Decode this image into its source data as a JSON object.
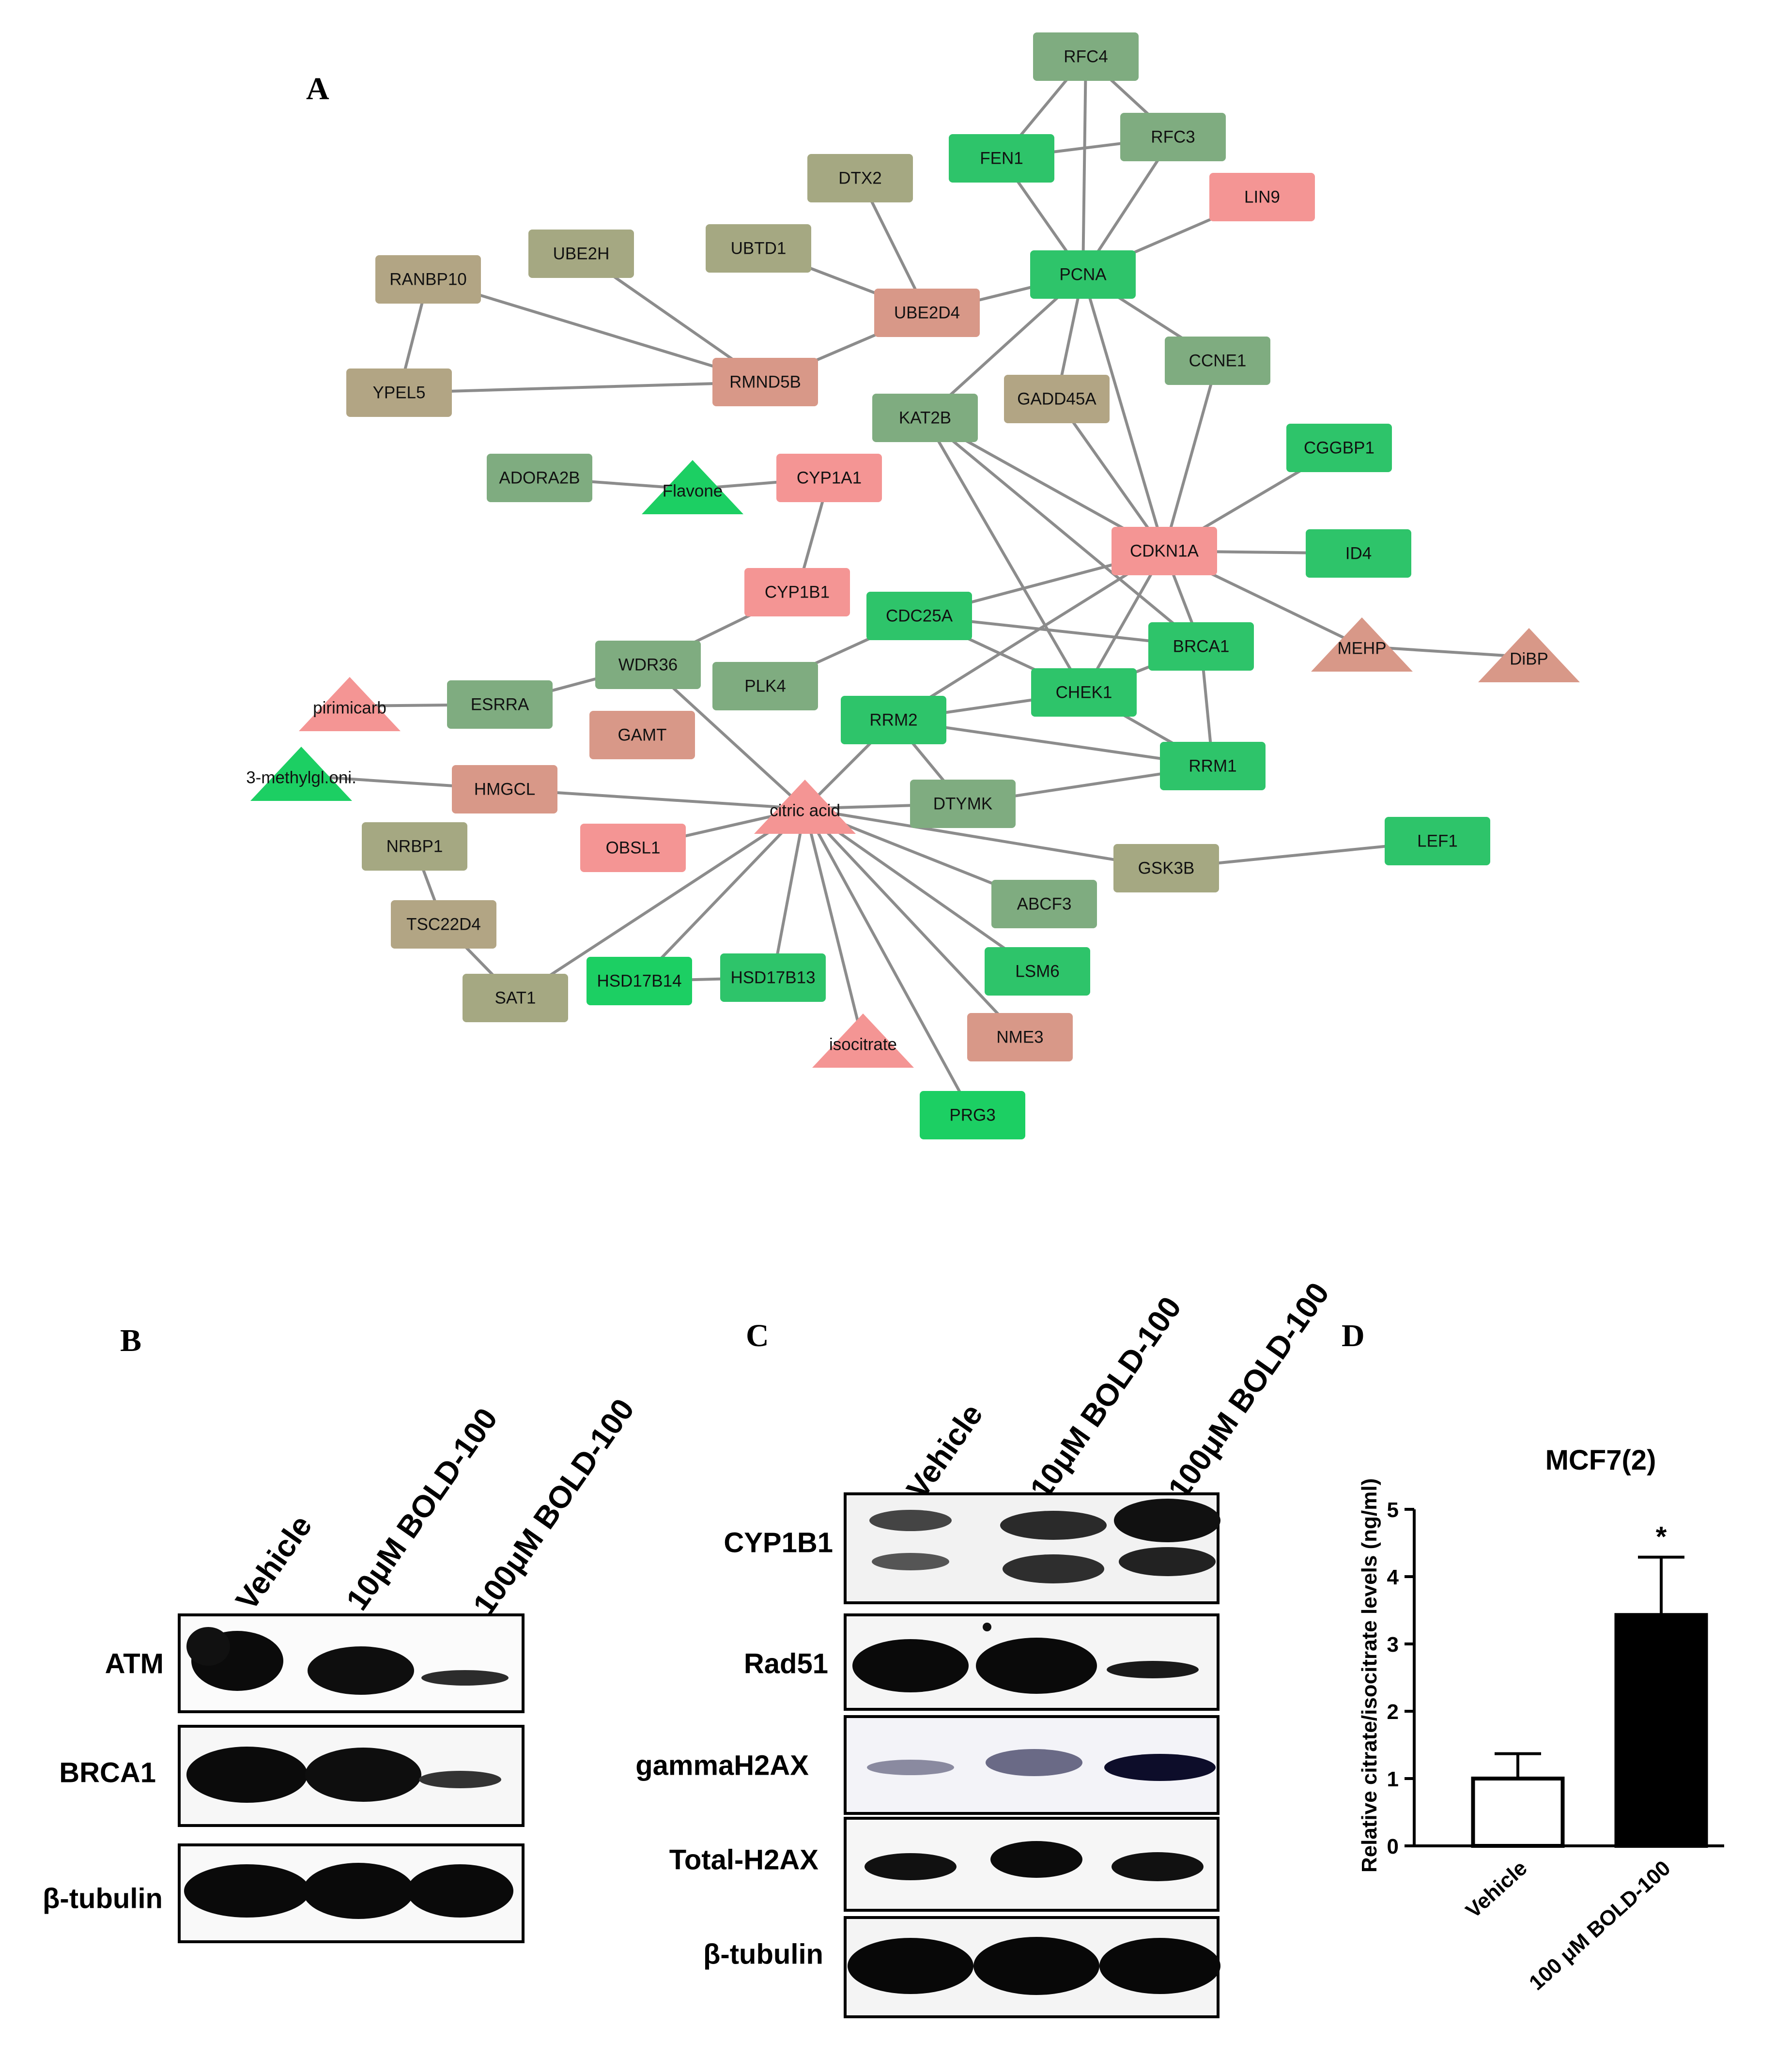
{
  "panels": {
    "a": "A",
    "b": "B",
    "c": "C",
    "d": "D"
  },
  "colors": {
    "green": "#2ec46a",
    "bright_green": "#1ccf63",
    "sage": "#7fac80",
    "olive": "#a5a882",
    "tan": "#b2a584",
    "salmon": "#d89888",
    "pink": "#f49594",
    "edge": "#8c8c8c"
  },
  "network": {
    "nodes": [
      {
        "id": "RFC4",
        "label": "RFC4",
        "shape": "rect",
        "color": "sage"
      },
      {
        "id": "RFC3",
        "label": "RFC3",
        "shape": "rect",
        "color": "sage"
      },
      {
        "id": "FEN1",
        "label": "FEN1",
        "shape": "rect",
        "color": "green"
      },
      {
        "id": "LIN9",
        "label": "LIN9",
        "shape": "rect",
        "color": "pink"
      },
      {
        "id": "DTX2",
        "label": "DTX2",
        "shape": "rect",
        "color": "olive"
      },
      {
        "id": "UBE2H",
        "label": "UBE2H",
        "shape": "rect",
        "color": "olive"
      },
      {
        "id": "UBTD1",
        "label": "UBTD1",
        "shape": "rect",
        "color": "olive"
      },
      {
        "id": "PCNA",
        "label": "PCNA",
        "shape": "rect",
        "color": "green"
      },
      {
        "id": "RANBP10",
        "label": "RANBP10",
        "shape": "rect",
        "color": "tan"
      },
      {
        "id": "UBE2D4",
        "label": "UBE2D4",
        "shape": "rect",
        "color": "salmon"
      },
      {
        "id": "CCNE1",
        "label": "CCNE1",
        "shape": "rect",
        "color": "sage"
      },
      {
        "id": "YPEL5",
        "label": "YPEL5",
        "shape": "rect",
        "color": "tan"
      },
      {
        "id": "RMND5B",
        "label": "RMND5B",
        "shape": "rect",
        "color": "salmon"
      },
      {
        "id": "GADD45A",
        "label": "GADD45A",
        "shape": "rect",
        "color": "tan"
      },
      {
        "id": "KAT2B",
        "label": "KAT2B",
        "shape": "rect",
        "color": "sage"
      },
      {
        "id": "CGGBP1",
        "label": "CGGBP1",
        "shape": "rect",
        "color": "green"
      },
      {
        "id": "ADORA2B",
        "label": "ADORA2B",
        "shape": "rect",
        "color": "sage"
      },
      {
        "id": "Flavone",
        "label": "Flavone",
        "shape": "tri",
        "color": "bright_green"
      },
      {
        "id": "CYP1A1",
        "label": "CYP1A1",
        "shape": "rect",
        "color": "pink"
      },
      {
        "id": "CDKN1A",
        "label": "CDKN1A",
        "shape": "rect",
        "color": "pink"
      },
      {
        "id": "ID4",
        "label": "ID4",
        "shape": "rect",
        "color": "green"
      },
      {
        "id": "CYP1B1",
        "label": "CYP1B1",
        "shape": "rect",
        "color": "pink"
      },
      {
        "id": "CDC25A",
        "label": "CDC25A",
        "shape": "rect",
        "color": "green"
      },
      {
        "id": "BRCA1",
        "label": "BRCA1",
        "shape": "rect",
        "color": "green"
      },
      {
        "id": "MEHP",
        "label": "MEHP",
        "shape": "tri",
        "color": "salmon"
      },
      {
        "id": "DiBP",
        "label": "DiBP",
        "shape": "tri",
        "color": "salmon"
      },
      {
        "id": "WDR36",
        "label": "WDR36",
        "shape": "rect",
        "color": "sage"
      },
      {
        "id": "PLK4",
        "label": "PLK4",
        "shape": "rect",
        "color": "sage"
      },
      {
        "id": "CHEK1",
        "label": "CHEK1",
        "shape": "rect",
        "color": "green"
      },
      {
        "id": "pirimicarb",
        "label": "pirimicarb",
        "shape": "tri",
        "color": "pink"
      },
      {
        "id": "ESRRA",
        "label": "ESRRA",
        "shape": "rect",
        "color": "sage"
      },
      {
        "id": "GAMT",
        "label": "GAMT",
        "shape": "rect",
        "color": "salmon"
      },
      {
        "id": "RRM2",
        "label": "RRM2",
        "shape": "rect",
        "color": "green"
      },
      {
        "id": "RRM1",
        "label": "RRM1",
        "shape": "rect",
        "color": "green"
      },
      {
        "id": "methylgl",
        "label": "3-methylgl.oni.",
        "shape": "tri",
        "color": "bright_green"
      },
      {
        "id": "HMGCL",
        "label": "HMGCL",
        "shape": "rect",
        "color": "salmon"
      },
      {
        "id": "citric",
        "label": "citric acid",
        "shape": "tri",
        "color": "pink"
      },
      {
        "id": "DTYMK",
        "label": "DTYMK",
        "shape": "rect",
        "color": "sage"
      },
      {
        "id": "NRBP1",
        "label": "NRBP1",
        "shape": "rect",
        "color": "olive"
      },
      {
        "id": "OBSL1",
        "label": "OBSL1",
        "shape": "rect",
        "color": "pink"
      },
      {
        "id": "LEF1",
        "label": "LEF1",
        "shape": "rect",
        "color": "green"
      },
      {
        "id": "GSK3B",
        "label": "GSK3B",
        "shape": "rect",
        "color": "olive"
      },
      {
        "id": "TSC22D4",
        "label": "TSC22D4",
        "shape": "rect",
        "color": "tan"
      },
      {
        "id": "ABCF3",
        "label": "ABCF3",
        "shape": "rect",
        "color": "sage"
      },
      {
        "id": "SAT1",
        "label": "SAT1",
        "shape": "rect",
        "color": "olive"
      },
      {
        "id": "HSD17B14",
        "label": "HSD17B14",
        "shape": "rect",
        "color": "bright_green"
      },
      {
        "id": "HSD17B13",
        "label": "HSD17B13",
        "shape": "rect",
        "color": "green"
      },
      {
        "id": "LSM6",
        "label": "LSM6",
        "shape": "rect",
        "color": "green"
      },
      {
        "id": "isocitrate",
        "label": "isocitrate",
        "shape": "tri",
        "color": "pink"
      },
      {
        "id": "NME3",
        "label": "NME3",
        "shape": "rect",
        "color": "salmon"
      },
      {
        "id": "PRG3",
        "label": "PRG3",
        "shape": "rect",
        "color": "bright_green"
      }
    ],
    "edges": [
      [
        "RFC4",
        "FEN1"
      ],
      [
        "RFC4",
        "RFC3"
      ],
      [
        "RFC4",
        "PCNA"
      ],
      [
        "FEN1",
        "RFC3"
      ],
      [
        "FEN1",
        "PCNA"
      ],
      [
        "RFC3",
        "PCNA"
      ],
      [
        "LIN9",
        "PCNA"
      ],
      [
        "PCNA",
        "UBE2D4"
      ],
      [
        "PCNA",
        "CCNE1"
      ],
      [
        "PCNA",
        "GADD45A"
      ],
      [
        "PCNA",
        "KAT2B"
      ],
      [
        "PCNA",
        "CDKN1A"
      ],
      [
        "DTX2",
        "UBE2D4"
      ],
      [
        "UBTD1",
        "UBE2D4"
      ],
      [
        "UBE2D4",
        "RMND5B"
      ],
      [
        "UBE2H",
        "RMND5B"
      ],
      [
        "RANBP10",
        "RMND5B"
      ],
      [
        "RANBP10",
        "YPEL5"
      ],
      [
        "YPEL5",
        "RMND5B"
      ],
      [
        "CCNE1",
        "CDKN1A"
      ],
      [
        "GADD45A",
        "CDKN1A"
      ],
      [
        "KAT2B",
        "CDKN1A"
      ],
      [
        "KAT2B",
        "CHEK1"
      ],
      [
        "KAT2B",
        "BRCA1"
      ],
      [
        "CGGBP1",
        "CDKN1A"
      ],
      [
        "ID4",
        "CDKN1A"
      ],
      [
        "CDKN1A",
        "MEHP"
      ],
      [
        "MEHP",
        "DiBP"
      ],
      [
        "CDKN1A",
        "CDC25A"
      ],
      [
        "CDKN1A",
        "CHEK1"
      ],
      [
        "CDKN1A",
        "RRM2"
      ],
      [
        "CDKN1A",
        "BRCA1"
      ],
      [
        "ADORA2B",
        "Flavone"
      ],
      [
        "Flavone",
        "CYP1A1"
      ],
      [
        "CYP1A1",
        "CYP1B1"
      ],
      [
        "CYP1B1",
        "WDR36"
      ],
      [
        "CDC25A",
        "BRCA1"
      ],
      [
        "CDC25A",
        "CHEK1"
      ],
      [
        "CDC25A",
        "PLK4"
      ],
      [
        "BRCA1",
        "CHEK1"
      ],
      [
        "BRCA1",
        "RRM1"
      ],
      [
        "CHEK1",
        "RRM2"
      ],
      [
        "CHEK1",
        "RRM1"
      ],
      [
        "RRM2",
        "RRM1"
      ],
      [
        "RRM2",
        "DTYMK"
      ],
      [
        "RRM2",
        "citric"
      ],
      [
        "WDR36",
        "ESRRA"
      ],
      [
        "ESRRA",
        "pirimicarb"
      ],
      [
        "WDR36",
        "citric"
      ],
      [
        "DTYMK",
        "RRM1"
      ],
      [
        "methylgl",
        "HMGCL"
      ],
      [
        "HMGCL",
        "citric"
      ],
      [
        "citric",
        "OBSL1"
      ],
      [
        "citric",
        "DTYMK"
      ],
      [
        "citric",
        "GSK3B"
      ],
      [
        "GSK3B",
        "LEF1"
      ],
      [
        "citric",
        "ABCF3"
      ],
      [
        "citric",
        "LSM6"
      ],
      [
        "citric",
        "NME3"
      ],
      [
        "citric",
        "PRG3"
      ],
      [
        "citric",
        "isocitrate"
      ],
      [
        "citric",
        "HSD17B13"
      ],
      [
        "citric",
        "HSD17B14"
      ],
      [
        "citric",
        "SAT1"
      ],
      [
        "HSD17B14",
        "HSD17B13"
      ],
      [
        "NRBP1",
        "TSC22D4"
      ],
      [
        "TSC22D4",
        "SAT1"
      ]
    ]
  },
  "blot_b": {
    "lanes": [
      "Vehicle",
      "10μM BOLD-100",
      "100μM BOLD-100"
    ],
    "rows": [
      "ATM",
      "BRCA1",
      "β-tubulin"
    ]
  },
  "blot_c": {
    "lanes": [
      "Vehicle",
      "10μM BOLD-100",
      "100μM BOLD-100"
    ],
    "rows": [
      "CYP1B1",
      "Rad51",
      "gammaH2AX",
      "Total-H2AX",
      "β-tubulin"
    ]
  },
  "chart_data": {
    "type": "bar",
    "title": "MCF7(2)",
    "ylabel": "Relative citrate/isocitrate levels (ng/ml)",
    "categories": [
      "Vehicle",
      "100 μM BOLD-100"
    ],
    "values": [
      1.0,
      3.43
    ],
    "errors": [
      0.37,
      0.86
    ],
    "bar_fill": [
      "#ffffff",
      "#000000"
    ],
    "annotations": [
      "",
      "*"
    ],
    "ylim": [
      0,
      5
    ],
    "yticks": [
      "0",
      "1",
      "2",
      "3",
      "4",
      "5"
    ]
  }
}
